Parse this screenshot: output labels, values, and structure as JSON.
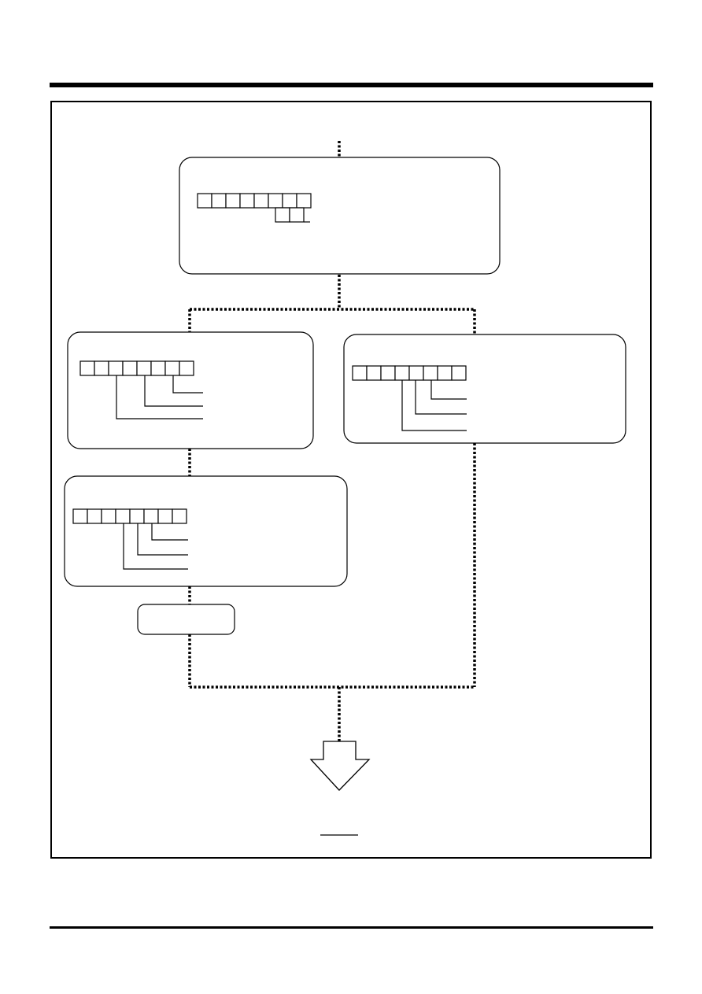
{
  "page": {
    "header_rule": "top-rule",
    "footer_rule": "bottom-rule"
  },
  "diagram": {
    "nodes": [
      {
        "id": "top-box",
        "label": "",
        "register_cells": 8,
        "sub_cells": 2
      },
      {
        "id": "left-box",
        "label": "",
        "register_cells": 8,
        "leaders": 3
      },
      {
        "id": "right-box",
        "label": "",
        "register_cells": 8,
        "leaders": 3
      },
      {
        "id": "lower-left-box",
        "label": "",
        "register_cells": 8,
        "leaders": 3
      },
      {
        "id": "small-box",
        "label": ""
      }
    ],
    "result_arrow": {
      "direction": "down",
      "label": ""
    }
  }
}
